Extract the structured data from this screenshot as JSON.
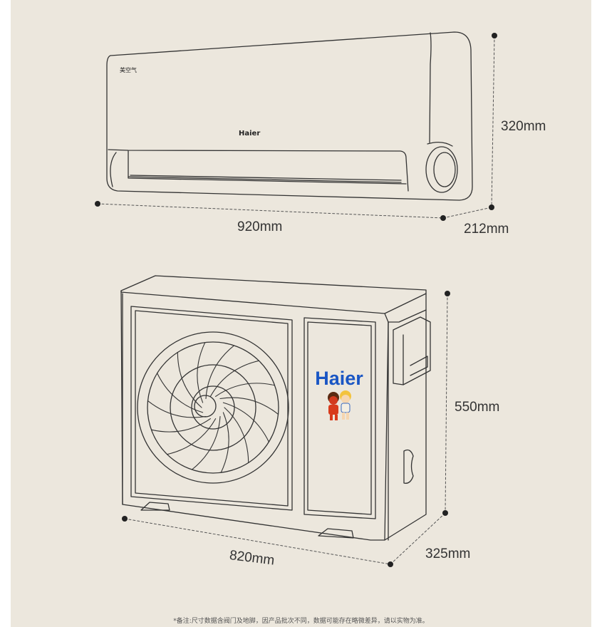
{
  "indoor_unit": {
    "badge_text": "美空气",
    "brand": "Haier",
    "height": "320mm",
    "width": "920mm",
    "depth": "212mm"
  },
  "outdoor_unit": {
    "brand": "Haier",
    "height": "550mm",
    "width": "820mm",
    "depth": "325mm"
  },
  "footnote": "*备注:尺寸数据含阀门及地脚，因产品批次不同，数据可能存在略微差异，请以实物为准。",
  "colors": {
    "background": "#ece7dd",
    "line": "#333333",
    "brand_blue": "#1a56c4"
  }
}
